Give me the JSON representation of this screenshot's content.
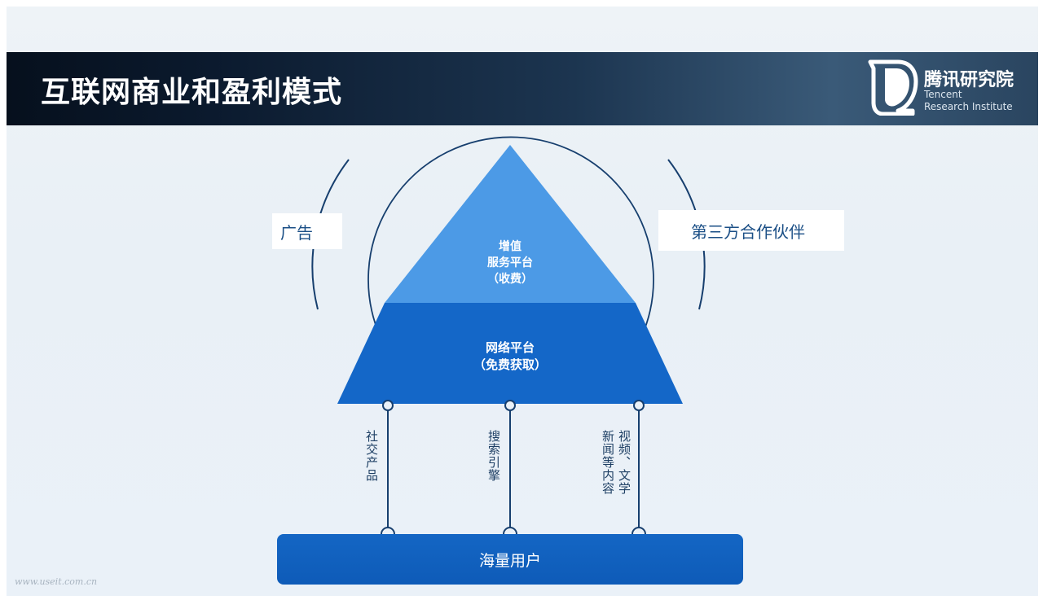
{
  "header": {
    "title": "互联网商业和盈利模式",
    "logo_cn": "腾讯研究院",
    "logo_en_line1": "Tencent",
    "logo_en_line2": "Research Institute"
  },
  "diagram": {
    "left_label": "广告",
    "right_label": "第三方合作伙伴",
    "top_tier": {
      "line1": "增值",
      "line2": "服务平台",
      "line3": "（收费）"
    },
    "bottom_tier": {
      "line1": "网络平台",
      "line2": "（免费获取）"
    },
    "pillars": [
      {
        "col1": "社交产品"
      },
      {
        "col1": "搜索引擎"
      },
      {
        "col1": "视频、文学",
        "col2": "新闻等内容"
      }
    ],
    "base_label": "海量用户"
  },
  "colors": {
    "top_tier": "#4c9ae6",
    "bottom_tier": "#1467c8",
    "base": "#0e5bb8",
    "lines": "#173f6e"
  },
  "watermark": "www.useit.com.cn"
}
